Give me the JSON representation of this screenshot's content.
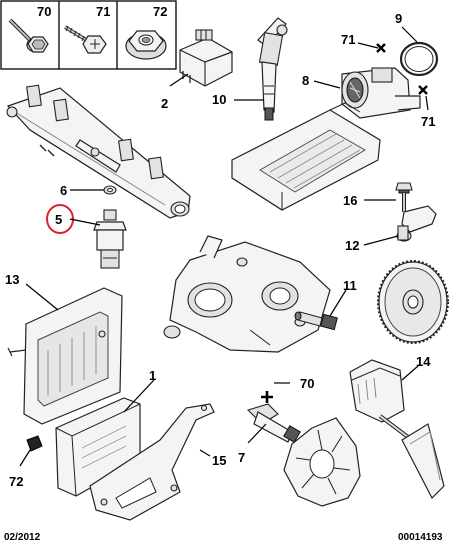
{
  "header_cells": [
    {
      "number": "70",
      "icon": "hex-flange-bolt-icon"
    },
    {
      "number": "71",
      "icon": "wood-screw-icon"
    },
    {
      "number": "72",
      "icon": "flange-nut-icon"
    }
  ],
  "callouts": [
    {
      "id": "2",
      "label": "2"
    },
    {
      "id": "10",
      "label": "10"
    },
    {
      "id": "9",
      "label": "9"
    },
    {
      "id": "71a",
      "label": "71"
    },
    {
      "id": "8",
      "label": "8"
    },
    {
      "id": "71b",
      "label": "71"
    },
    {
      "id": "6",
      "label": "6"
    },
    {
      "id": "5",
      "label": "5"
    },
    {
      "id": "16",
      "label": "16"
    },
    {
      "id": "12",
      "label": "12"
    },
    {
      "id": "13",
      "label": "13"
    },
    {
      "id": "11",
      "label": "11"
    },
    {
      "id": "14",
      "label": "14"
    },
    {
      "id": "1",
      "label": "1"
    },
    {
      "id": "70",
      "label": "70"
    },
    {
      "id": "7",
      "label": "7"
    },
    {
      "id": "15",
      "label": "15"
    },
    {
      "id": "72",
      "label": "72"
    }
  ],
  "highlight": {
    "callout": "5",
    "color": "#d9232e"
  },
  "footer": {
    "date": "02/2012",
    "reference": "00014193"
  }
}
